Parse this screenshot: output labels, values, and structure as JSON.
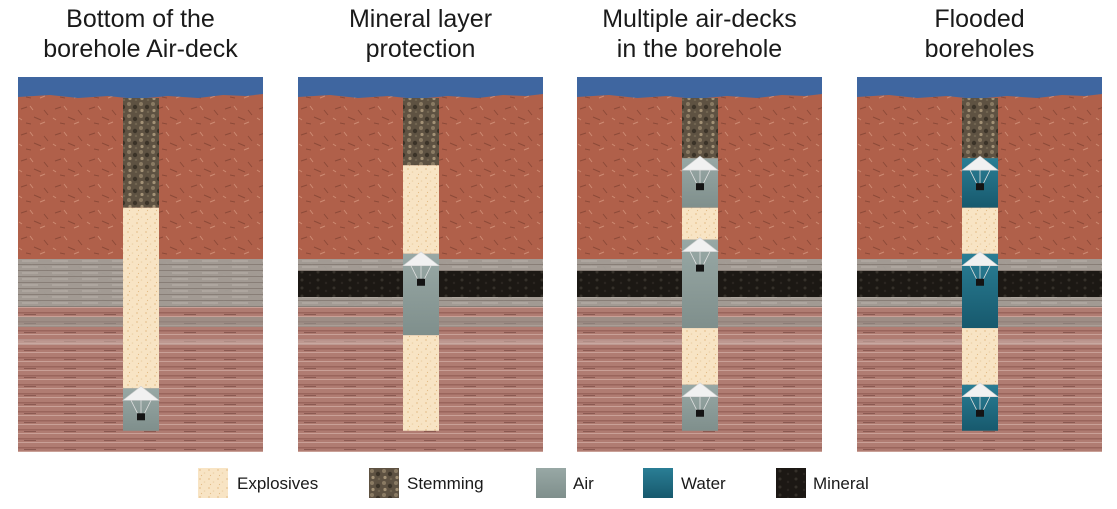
{
  "panels": [
    {
      "title_line1": "Bottom of the",
      "title_line2": "borehole Air-deck",
      "mineral_seam": false,
      "column": [
        {
          "material": "stemming",
          "from": 0,
          "to": 0.31
        },
        {
          "material": "explosives",
          "from": 0.31,
          "to": 0.82
        },
        {
          "material": "air",
          "from": 0.82,
          "to": 0.94,
          "plug": true
        }
      ]
    },
    {
      "title_line1": "Mineral layer",
      "title_line2": "protection",
      "mineral_seam": true,
      "column": [
        {
          "material": "stemming",
          "from": 0,
          "to": 0.19
        },
        {
          "material": "explosives",
          "from": 0.19,
          "to": 0.44
        },
        {
          "material": "air",
          "from": 0.44,
          "to": 0.67,
          "plug": true
        },
        {
          "material": "explosives",
          "from": 0.67,
          "to": 0.94
        }
      ]
    },
    {
      "title_line1": "Multiple air-decks",
      "title_line2": "in the borehole",
      "mineral_seam": true,
      "column": [
        {
          "material": "stemming",
          "from": 0,
          "to": 0.17
        },
        {
          "material": "air",
          "from": 0.17,
          "to": 0.31,
          "plug": true
        },
        {
          "material": "explosives",
          "from": 0.31,
          "to": 0.4
        },
        {
          "material": "air",
          "from": 0.4,
          "to": 0.65,
          "plug": true
        },
        {
          "material": "explosives",
          "from": 0.65,
          "to": 0.81
        },
        {
          "material": "air",
          "from": 0.81,
          "to": 0.94,
          "plug": true
        }
      ]
    },
    {
      "title_line1": "Flooded",
      "title_line2": "boreholes",
      "mineral_seam": true,
      "column": [
        {
          "material": "stemming",
          "from": 0,
          "to": 0.17
        },
        {
          "material": "water",
          "from": 0.17,
          "to": 0.31,
          "plug": true
        },
        {
          "material": "explosives",
          "from": 0.31,
          "to": 0.44
        },
        {
          "material": "water",
          "from": 0.44,
          "to": 0.65,
          "plug": true
        },
        {
          "material": "explosives",
          "from": 0.65,
          "to": 0.81
        },
        {
          "material": "water",
          "from": 0.81,
          "to": 0.94,
          "plug": true
        }
      ]
    }
  ],
  "legend": [
    {
      "key": "explosives",
      "label": "Explosives"
    },
    {
      "key": "stemming",
      "label": "Stemming"
    },
    {
      "key": "air",
      "label": "Air"
    },
    {
      "key": "water",
      "label": "Water"
    },
    {
      "key": "mineral",
      "label": "Mineral"
    }
  ],
  "colors": {
    "sky": "#3f66a0",
    "upper_rock": "#b0604a",
    "explosives": "#f8e4c4",
    "stemming": "#5e5242",
    "air": "#8f9e9b",
    "water": "#1f6f86",
    "mineral": "#1c1814",
    "plug": "#f1f1f1"
  }
}
